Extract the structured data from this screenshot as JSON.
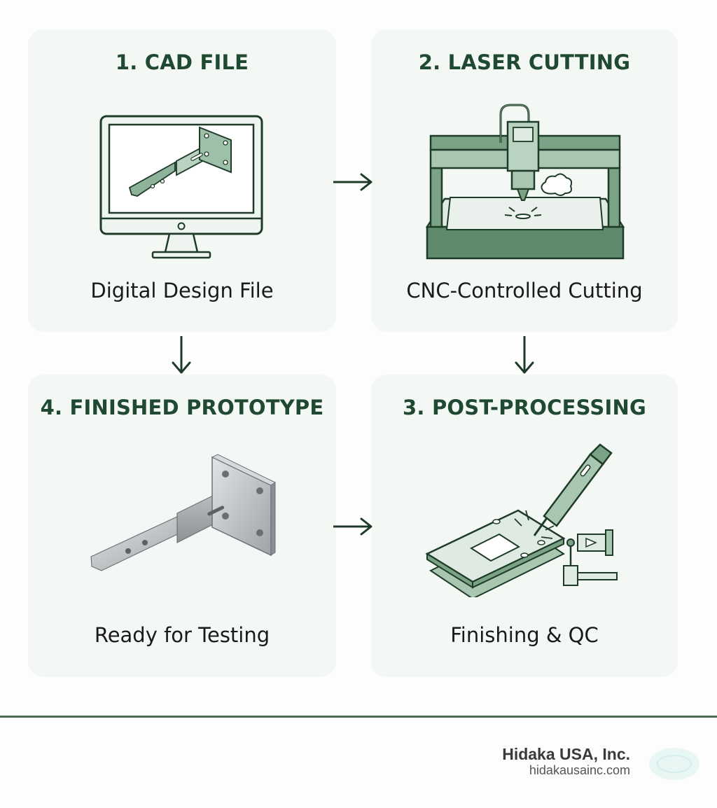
{
  "steps": [
    {
      "title": "1. CAD FILE",
      "caption": "Digital Design File",
      "icon": "monitor-bracket-icon"
    },
    {
      "title": "2. LASER CUTTING",
      "caption": "CNC-Controlled Cutting",
      "icon": "laser-cutter-icon"
    },
    {
      "title": "3. POST-PROCESSING",
      "caption": "Finishing & QC",
      "icon": "deburring-tool-icon"
    },
    {
      "title": "4. FINISHED PROTOTYPE",
      "caption": "Ready for Testing",
      "icon": "metal-bracket-icon"
    }
  ],
  "footer": {
    "company": "Hidaka USA, Inc.",
    "url": "hidakausainc.com"
  },
  "colors": {
    "title": "#1f4a31",
    "accent_green": "#5f8a6c",
    "dark_green": "#1e3a28",
    "card_bg": "#f4f8f5",
    "divider": "#4a6b52"
  }
}
